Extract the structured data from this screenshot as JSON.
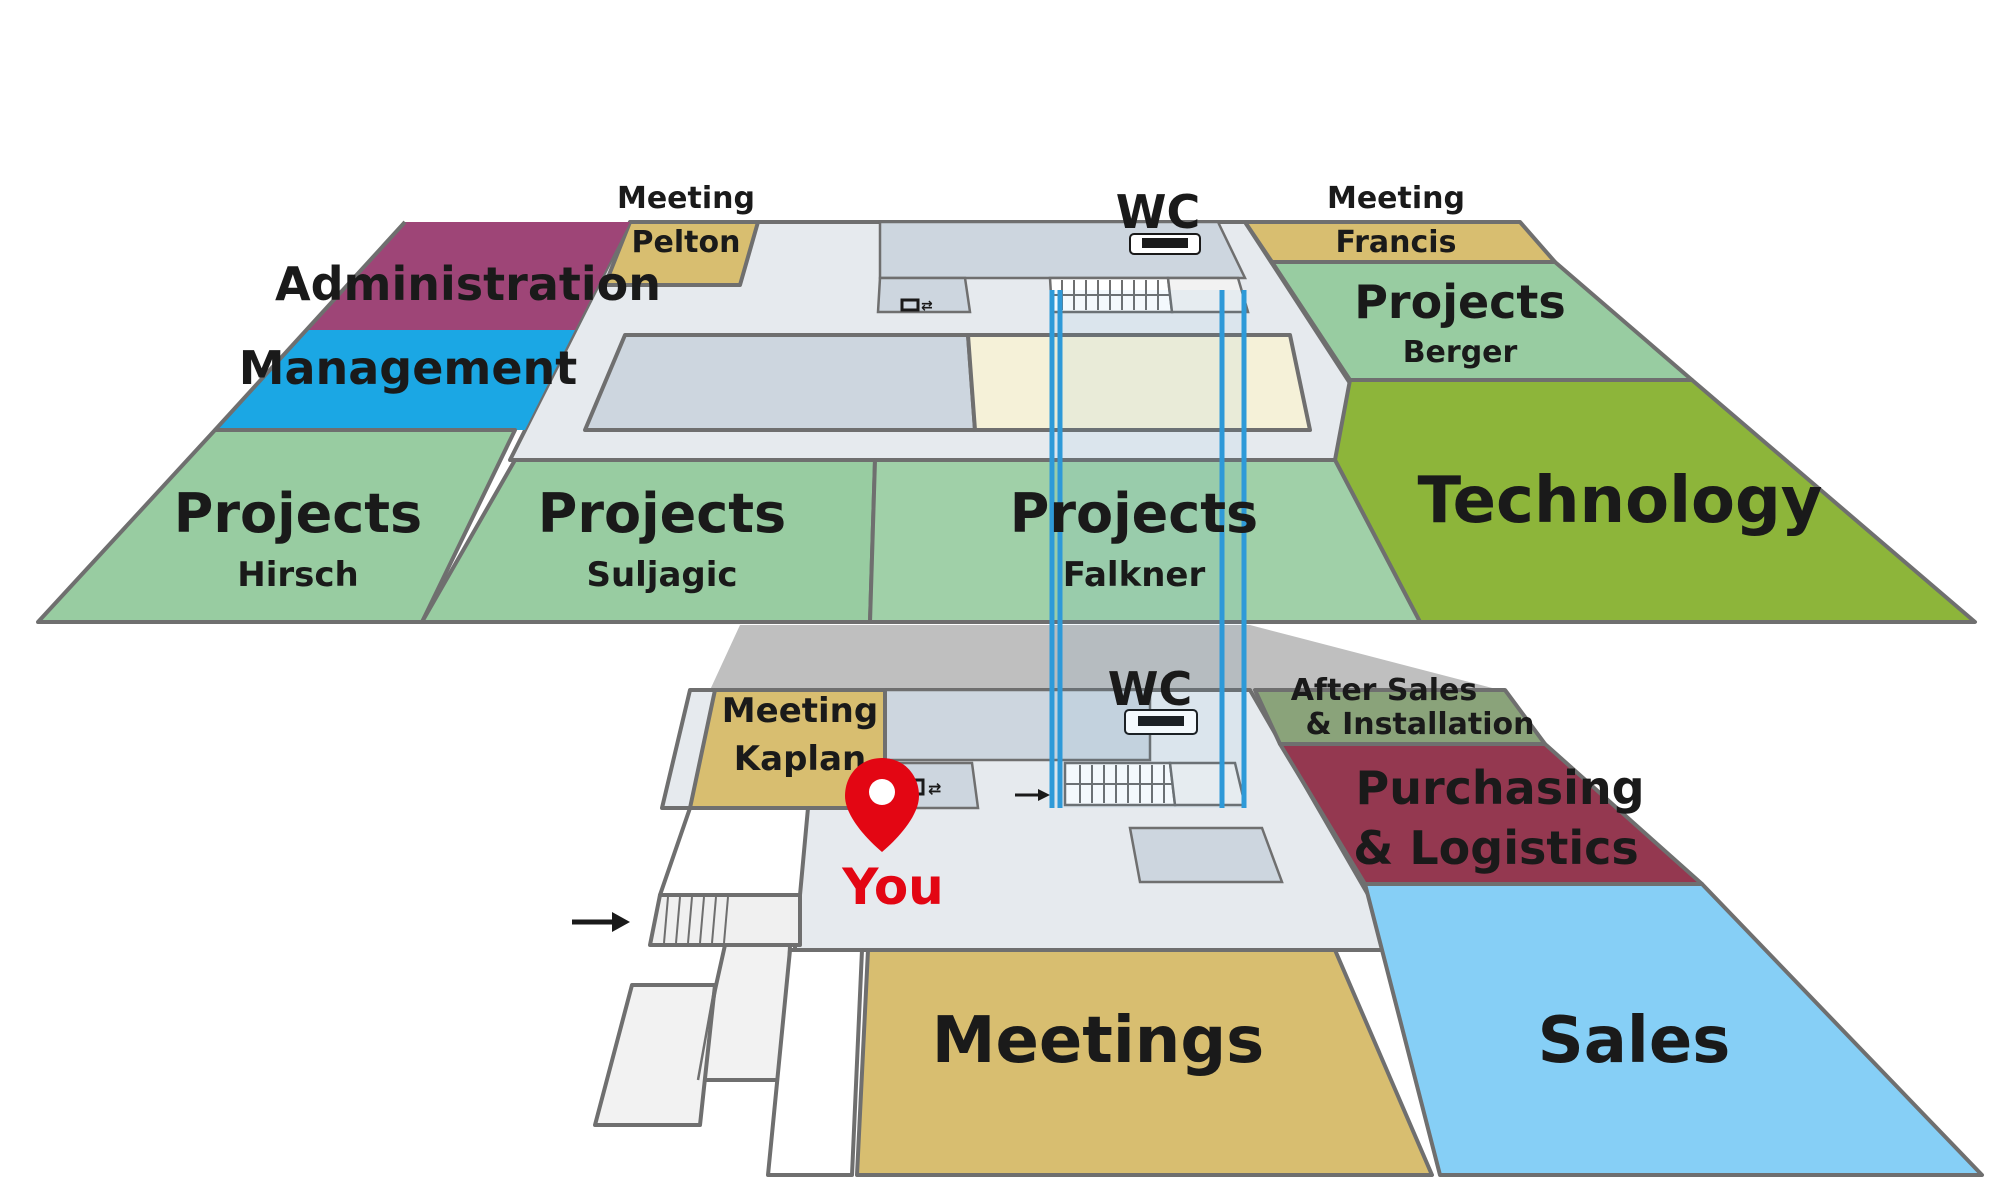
{
  "colors": {
    "administration": "#9e4577",
    "management": "#1ba7e4",
    "projects": "#98ccA1",
    "technology": "#8db53a",
    "meeting_room": "#d8be70",
    "after_sales": "#8aa37a",
    "purchasing": "#943850",
    "sales": "#86cff6",
    "corridor": "#e6eaee",
    "core": "#cdd6df",
    "hall": "#f5f1d8",
    "lobby": "#bfbfbf",
    "elevator": "#2e9ad8",
    "pin": "#e30613"
  },
  "upper_floor": {
    "administration": "Administration",
    "management": "Management",
    "meeting_pelton": {
      "line1": "Meeting",
      "line2": "Pelton"
    },
    "meeting_francis": {
      "line1": "Meeting",
      "line2": "Francis"
    },
    "wc": "WC",
    "projects_berger": {
      "title": "Projects",
      "name": "Berger"
    },
    "technology": "Technology",
    "projects_hirsch": {
      "title": "Projects",
      "name": "Hirsch"
    },
    "projects_suljagic": {
      "title": "Projects",
      "name": "Suljagic"
    },
    "projects_falkner": {
      "title": "Projects",
      "name": "Falkner"
    }
  },
  "lower_floor": {
    "wc": "WC",
    "meeting_kaplan": {
      "line1": "Meeting",
      "line2": "Kaplan"
    },
    "after_sales": {
      "line1": "After Sales",
      "line2": "& Installation"
    },
    "purchasing": {
      "line1": "Purchasing",
      "line2": "& Logistics"
    },
    "meetings": "Meetings",
    "sales": "Sales"
  },
  "you_marker": {
    "label": "You",
    "icon": "map-pin-icon"
  },
  "icons": [
    "restroom-icon",
    "elevator-icon",
    "entrance-arrow-icon",
    "stairs-icon"
  ]
}
